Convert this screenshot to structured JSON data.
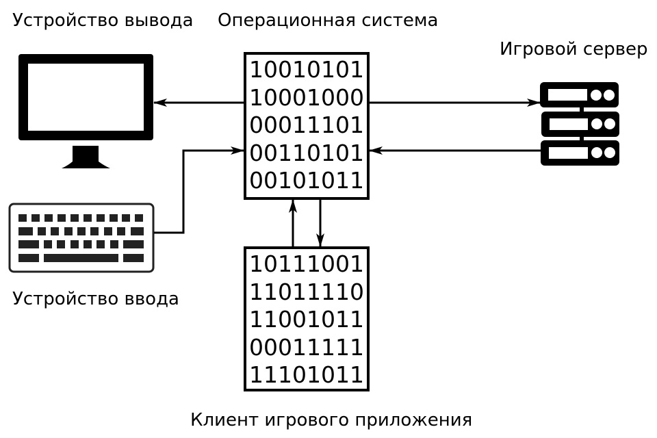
{
  "labels": {
    "output_device": "Устройство вывода",
    "os": "Операционная система",
    "game_server": "Игровой сервер",
    "input_device": "Устройство ввода",
    "game_client": "Клиент игрового приложения"
  },
  "os_box": {
    "lines": [
      "10010101",
      "10001000",
      "00011101",
      "00110101",
      "00101011"
    ]
  },
  "client_box": {
    "lines": [
      "10111001",
      "11011110",
      "11001011",
      "00011111",
      "11101011"
    ]
  },
  "icons": {
    "output_device": "monitor-icon",
    "input_device": "keyboard-icon",
    "game_server": "server-rack-icon"
  },
  "connections": [
    {
      "from": "os",
      "to": "output_device"
    },
    {
      "from": "input_device",
      "to": "os"
    },
    {
      "from": "os",
      "to": "game_server"
    },
    {
      "from": "game_server",
      "to": "os"
    },
    {
      "from": "client",
      "to": "os"
    },
    {
      "from": "os",
      "to": "client"
    }
  ]
}
